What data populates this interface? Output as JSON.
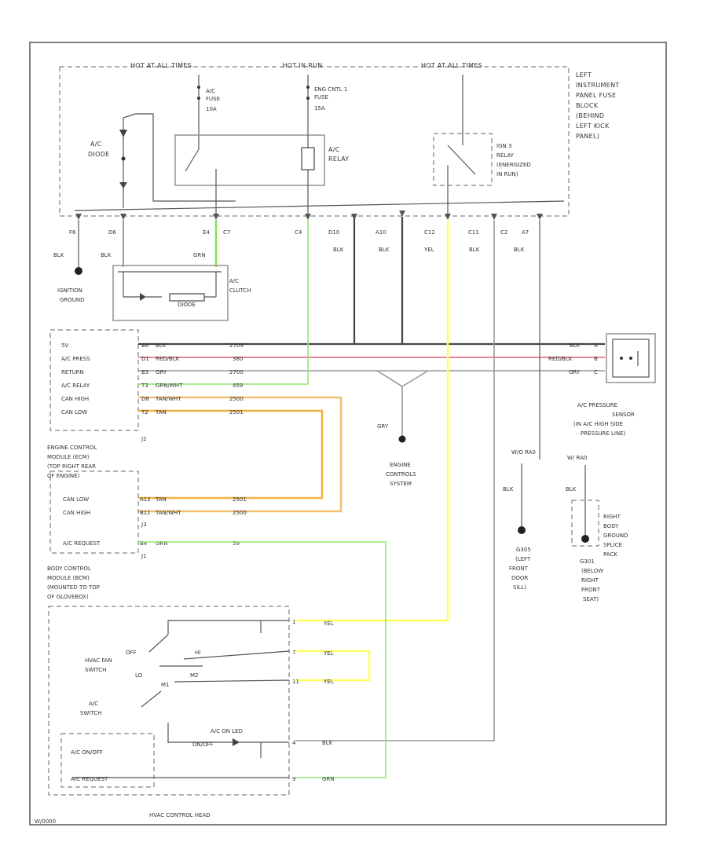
{
  "fuse_block": {
    "feed_labels": [
      "HOT AT ALL TIMES",
      "HOT IN RUN",
      "HOT AT ALL TIMES"
    ],
    "label": "LEFT INSTRUMENT PANEL FUSE BLOCK (BEHIND LEFT KICK PANEL)",
    "label_lines": [
      "LEFT",
      "INSTRUMENT",
      "PANEL FUSE",
      "BLOCK",
      "(BEHIND",
      "LEFT KICK",
      "PANEL)"
    ],
    "ac_fuse": {
      "name_lines": [
        "A/C",
        "FUSE"
      ],
      "rating": "10A"
    },
    "eng_fuse": {
      "name_lines": [
        "ENG CNTL 1",
        "FUSE"
      ],
      "rating": "15A"
    },
    "ac_diode_lines": [
      "A/C",
      "DIODE"
    ],
    "ac_relay_lines": [
      "A/C",
      "RELAY"
    ],
    "ign3_relay_lines": [
      "IGN 3",
      "RELAY",
      "(ENERGIZED",
      "IN RUN)"
    ],
    "pins": [
      "F6",
      "D6",
      "E4",
      "C7",
      "C4",
      "D10",
      "A10",
      "C12",
      "C11",
      "C2",
      "A7"
    ],
    "pin_colors": [
      "BLK",
      "BLK",
      "GRN",
      "BLK",
      "BLK",
      "YEL",
      "BLK",
      "BLK"
    ]
  },
  "clutch": {
    "ground_lines": [
      "IGNITION",
      "GROUND"
    ],
    "label_lines": [
      "A/C",
      "CLUTCH"
    ],
    "diode": "DIODE"
  },
  "ecm": {
    "label_lines": [
      "ENGINE CONTROL",
      "MODULE (ECM)",
      "(TOP RIGHT REAR",
      "OF ENGINE)"
    ],
    "pins": [
      {
        "name": "5V",
        "pin": "B8",
        "color": "BLK",
        "circuit": "2709"
      },
      {
        "name": "A/C PRESS",
        "pin": "D1",
        "color": "RED/BLK",
        "circuit": "380"
      },
      {
        "name": "RETURN",
        "pin": "B3",
        "color": "GRY",
        "circuit": "2700"
      },
      {
        "name": "A/C RELAY",
        "pin": "T3",
        "color": "GRN/WHT",
        "circuit": "459"
      },
      {
        "name": "CAN HIGH",
        "pin": "D8",
        "color": "TAN/WHT",
        "circuit": "2500"
      },
      {
        "name": "CAN LOW",
        "pin": "T2",
        "color": "TAN",
        "circuit": "2501"
      }
    ],
    "connector": "J2"
  },
  "bcm": {
    "label_lines": [
      "BODY CONTROL",
      "MODULE (BCM)",
      "(MOUNTED TO TOP",
      "OF GLOVEBOX)"
    ],
    "pins": [
      {
        "name": "CAN LOW",
        "pin": "A12",
        "color": "TAN",
        "circuit": "2501"
      },
      {
        "name": "CAN HIGH",
        "pin": "B11",
        "color": "TAN/WHT",
        "circuit": "2500"
      },
      {
        "name": "A/C REQUEST",
        "pin": "B4",
        "color": "GRN",
        "circuit": "59"
      }
    ],
    "connectors": [
      "J3",
      "J1"
    ]
  },
  "splice": {
    "color": "GRY",
    "system_lines": [
      "ENGINE",
      "CONTROLS",
      "SYSTEM"
    ]
  },
  "sensor": {
    "label_lines": [
      "A/C PRESSURE",
      "SENSOR",
      "(IN A/C HIGH SIDE",
      "PRESSURE LINE)"
    ],
    "pins": [
      {
        "color": "BLK",
        "pin": "A"
      },
      {
        "color": "RED/BLK",
        "pin": "B"
      },
      {
        "color": "GRY",
        "pin": "C"
      }
    ]
  },
  "grounds": {
    "g305": {
      "ring": "W/O RA0",
      "color": "BLK",
      "lines": [
        "G305",
        "(LEFT",
        "FRONT",
        "DOOR",
        "SILL)"
      ]
    },
    "g301": {
      "ring": "W/ RA0",
      "color": "BLK",
      "lines": [
        "G301",
        "(BELOW",
        "RIGHT",
        "FRONT",
        "SEAT)"
      ],
      "splice_lines": [
        "RIGHT",
        "BODY",
        "GROUND",
        "SPLICE",
        "PACK"
      ]
    }
  },
  "control_head": {
    "label": "HVAC CONTROL HEAD",
    "fan_switch_lines": [
      "HVAC FAN",
      "SWITCH"
    ],
    "ac_switch_lines": [
      "A/C",
      "SWITCH"
    ],
    "fan_off": "OFF",
    "fan_low": "LO",
    "fan_hi": "HI",
    "fan_m2": "M2",
    "fan_m1": "M1",
    "led": "A/C ON LED",
    "on_off": "ON/OFF",
    "ac_on_off": "A/C ON/OFF",
    "ac_request": "A/C REQUEST",
    "pins": [
      {
        "pin": "1",
        "color": "YEL"
      },
      {
        "pin": "7",
        "color": "YEL"
      },
      {
        "pin": "11",
        "color": "YEL"
      },
      {
        "pin": "4",
        "color": "BLK"
      },
      {
        "pin": "9",
        "color": "GRN"
      }
    ]
  },
  "footer": "W/0000"
}
